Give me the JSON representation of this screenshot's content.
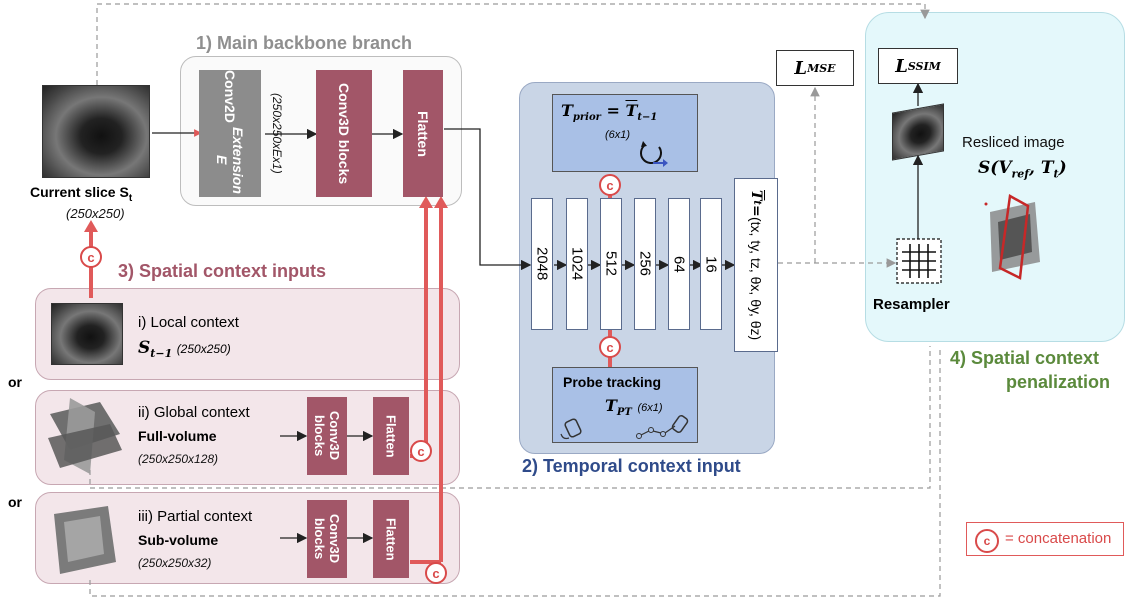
{
  "sections": {
    "backbone": "1) Main backbone branch",
    "temporal": "2) Temporal context input",
    "spatial_inputs": "3) Spatial context inputs",
    "penalization_line1": "4) Spatial context",
    "penalization_line2": "penalization"
  },
  "current_slice": {
    "label": "Current slice S",
    "sub": "t",
    "size": "(250x250)"
  },
  "backbone": {
    "conv2d_line1": "Conv2D",
    "conv2d_line2": "Extension E",
    "conv2d_dim": "(250x250xEx1)",
    "conv3d": "Conv3D blocks",
    "flatten": "Flatten"
  },
  "temporal": {
    "prior_left": "T",
    "prior_sub": "prior",
    "prior_eq": " = ",
    "prior_right": "T",
    "prior_right_sub": "t−1",
    "prior_dim": "(6x1)",
    "layers": [
      "2048",
      "1024",
      "512",
      "256",
      "64",
      "16"
    ],
    "output_left": "T",
    "output_sub": "t",
    "output_eq": "=",
    "output_params": "(tx, ty, tz, θx, θy, θz)",
    "probe_title": "Probe tracking",
    "probe_sym": "T",
    "probe_sub": "PT",
    "probe_dim": "(6x1)"
  },
  "spatial": {
    "local_title": "i) Local context",
    "local_sym": "S",
    "local_sub": "t−1",
    "local_dim": "(250x250)",
    "global_title": "ii) Global context",
    "global_bold": "Full-volume",
    "global_dim": "(250x250x128)",
    "partial_title": "iii) Partial context",
    "partial_bold": "Sub-volume",
    "partial_dim": "(250x250x32)",
    "conv3d": "Conv3D blocks",
    "flatten": "Flatten",
    "or1": "or",
    "or2": "or"
  },
  "losses": {
    "mse": "L",
    "mse_sub": "MSE",
    "ssim": "L",
    "ssim_sub": "SSIM"
  },
  "penalization": {
    "resliced_label": "Resliced image",
    "resliced_formula": "S(V",
    "resliced_sub": "ref",
    "resliced_tail": ", T",
    "resliced_tail_sub": "t",
    "resliced_close": ")",
    "resampler": "Resampler"
  },
  "legend": {
    "symbol": "c",
    "text": "= concatenation"
  },
  "colors": {
    "maroon": "#a25668",
    "red": "#e05a5a",
    "blue_panel": "#c6d3e6",
    "cyan_panel": "#e4f8fb",
    "gray_block": "#8c8c8c"
  }
}
